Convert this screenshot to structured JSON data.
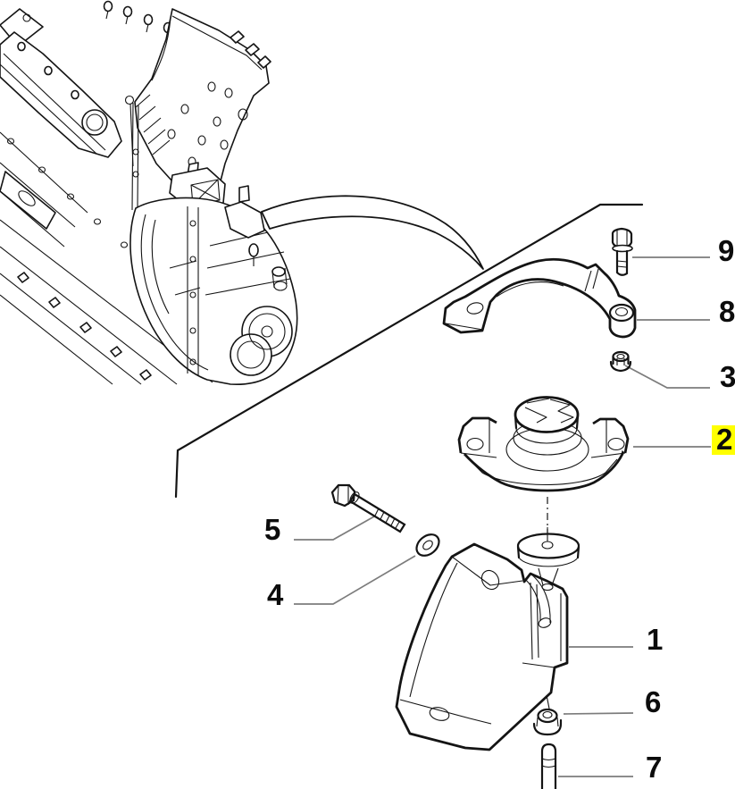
{
  "diagram": {
    "kind": "exploded-parts-diagram",
    "line_color": "#141414",
    "leader_color": "#7c7c7c",
    "highlight_color": "#ffff00",
    "highlighted_callout": "2",
    "callouts": [
      {
        "label": "9",
        "highlighted": false
      },
      {
        "label": "8",
        "highlighted": false
      },
      {
        "label": "3",
        "highlighted": false
      },
      {
        "label": "2",
        "highlighted": true
      },
      {
        "label": "5",
        "highlighted": false
      },
      {
        "label": "4",
        "highlighted": false
      },
      {
        "label": "1",
        "highlighted": false
      },
      {
        "label": "6",
        "highlighted": false
      },
      {
        "label": "7",
        "highlighted": false
      }
    ]
  }
}
